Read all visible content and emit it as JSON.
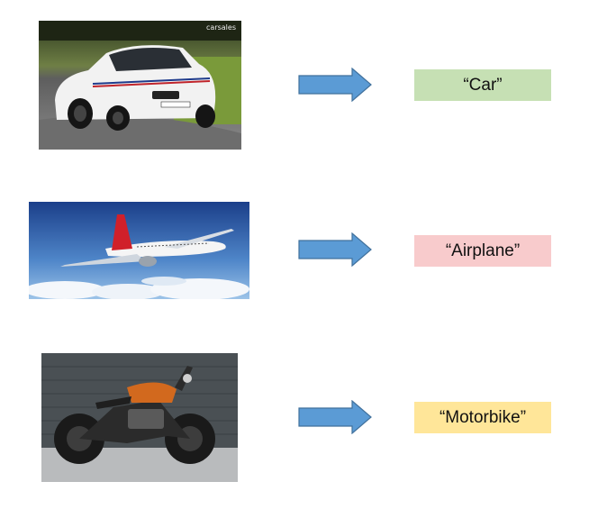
{
  "rows": [
    {
      "image_subject": "car",
      "label": "“Car”",
      "label_color": "#c6e0b4",
      "watermark": "carsales"
    },
    {
      "image_subject": "airplane",
      "label": "“Airplane”",
      "label_color": "#f8cbcc"
    },
    {
      "image_subject": "motorbike",
      "label": "“Motorbike”",
      "label_color": "#ffe699"
    }
  ],
  "arrow_color": "#5b9bd5",
  "arrow_border": "#41719c"
}
